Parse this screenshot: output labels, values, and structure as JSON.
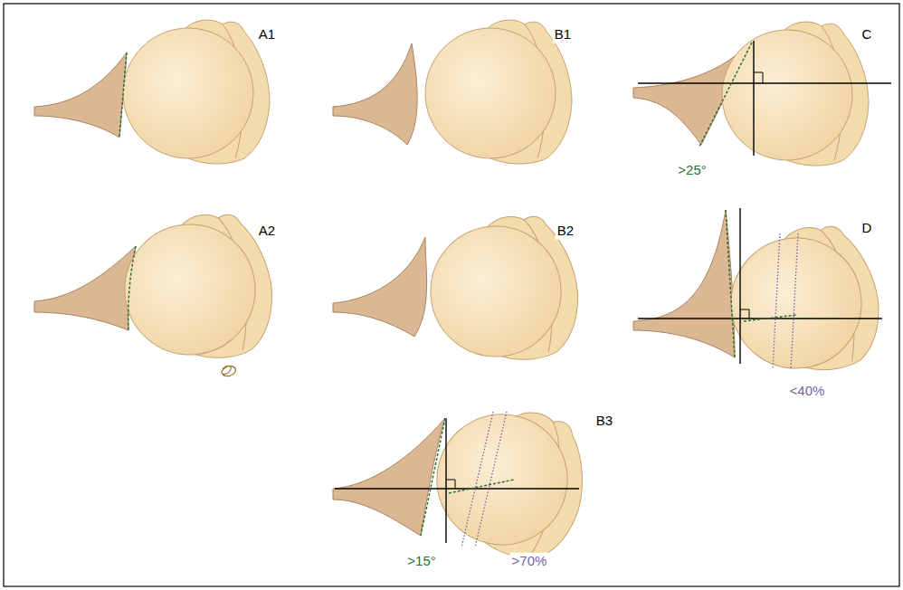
{
  "diagram": {
    "labels": [
      "A1",
      "B1",
      "C",
      ">25°",
      "A2",
      "B2",
      "D",
      "<40%",
      "B3",
      ">15°",
      ">70%"
    ]
  }
}
